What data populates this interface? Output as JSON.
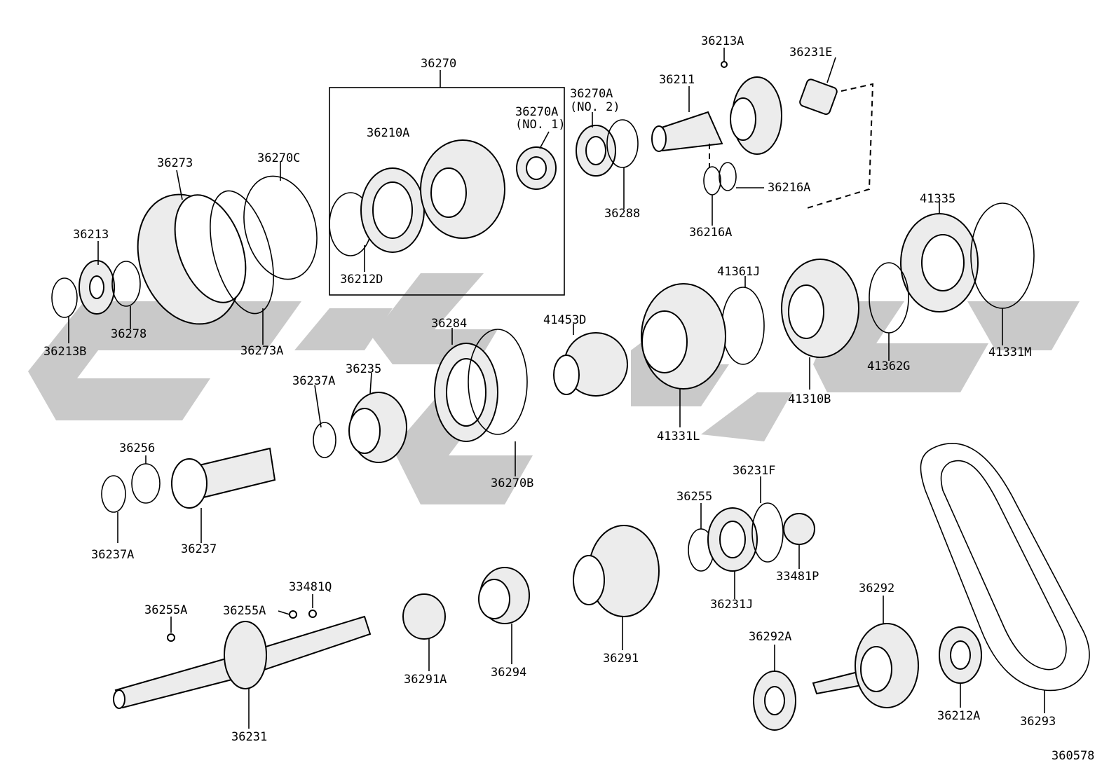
{
  "diagram": {
    "part_labels": [
      "36270",
      "36213A",
      "36231E",
      "36211",
      "36270A",
      "(NO. 2)",
      "36270A",
      "(NO. 1)",
      "36210A",
      "36273",
      "36270C",
      "36213",
      "36216A",
      "36216A",
      "36288",
      "36212D",
      "41335",
      "41361J",
      "36278",
      "36213B",
      "36273A",
      "36284",
      "41453D",
      "41362G",
      "41331M",
      "36235",
      "36237A",
      "41310B",
      "41331L",
      "36256",
      "36270B",
      "36231F",
      "36255",
      "36237A",
      "36237",
      "33481Q",
      "33481P",
      "36292",
      "36255A",
      "36255A",
      "36231J",
      "36292A",
      "36291",
      "36291A",
      "36294",
      "36212A",
      "36231",
      "36293",
      "360578"
    ]
  }
}
